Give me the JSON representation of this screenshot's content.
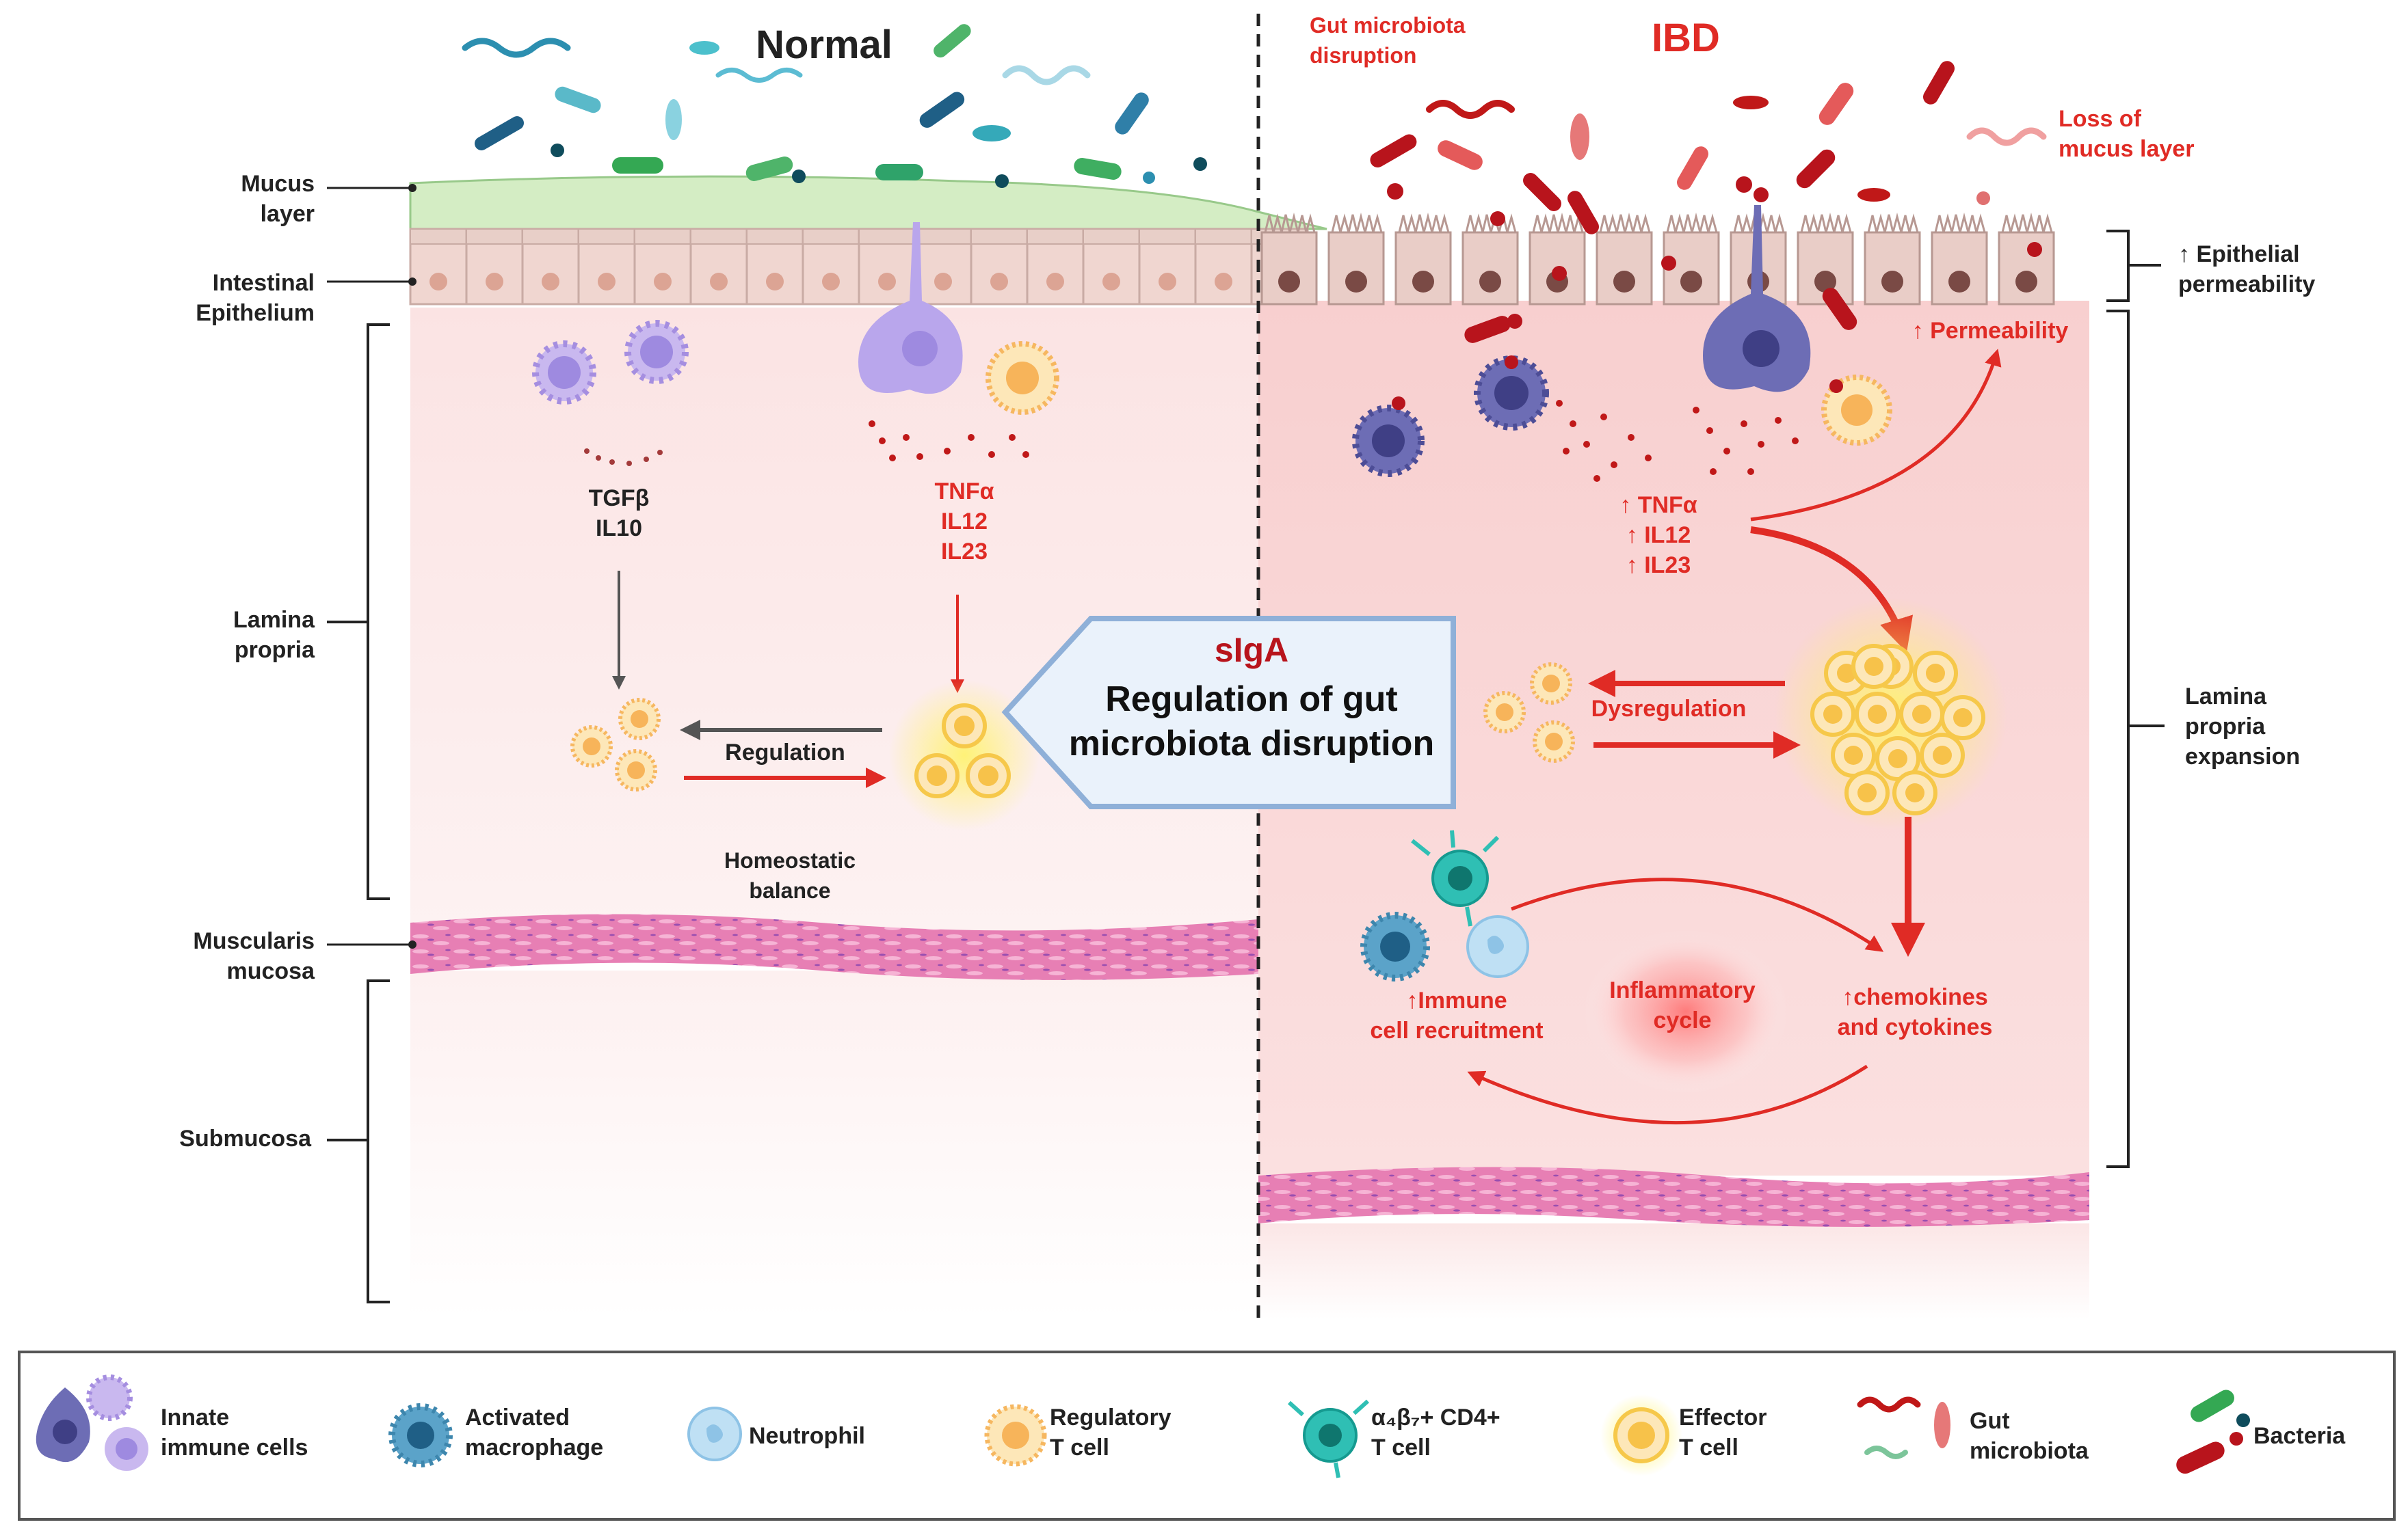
{
  "titles": {
    "normal": "Normal",
    "ibd": "IBD"
  },
  "left_labels": {
    "mucus": [
      "Mucus",
      "layer"
    ],
    "epithelium": [
      "Intestinal",
      "Epithelium"
    ],
    "lamina": [
      "Lamina",
      "propria"
    ],
    "muscularis": [
      "Muscularis",
      "mucosa"
    ],
    "submucosa": "Submucosa"
  },
  "right_labels": {
    "epithelial_perm": [
      "↑ Epithelial",
      "permeability"
    ],
    "lamina_exp": [
      "Lamina",
      "propria",
      "expansion"
    ]
  },
  "normal": {
    "anti_inflam": [
      "TGFβ",
      "IL10"
    ],
    "pro_inflam": [
      "TNFα",
      "IL12",
      "IL23"
    ],
    "regulation": "Regulation",
    "homeostatic": [
      "Homeostatic",
      "balance"
    ]
  },
  "ibd": {
    "gut_disruption": [
      "Gut microbiota",
      "disruption"
    ],
    "loss_mucus": [
      "Loss of",
      "mucus layer"
    ],
    "permeability": "↑ Permeability",
    "cytokines": [
      "↑ TNFα",
      "↑ IL12",
      "↑ IL23"
    ],
    "dysregulation": "Dysregulation",
    "inflam_cycle": [
      "Inflammatory",
      "cycle"
    ],
    "immune_recruit": [
      "↑Immune",
      "cell recruitment"
    ],
    "chemokines": [
      "↑chemokines",
      "and cytokines"
    ]
  },
  "center": {
    "siga": "sIgA",
    "line1": "Regulation of gut",
    "line2": "microbiota disruption"
  },
  "legend": {
    "innate": [
      "Innate",
      "immune cells"
    ],
    "macrophage": [
      "Activated",
      "macrophage"
    ],
    "neutrophil": "Neutrophil",
    "treg": [
      "Regulatory",
      "T cell"
    ],
    "cd4": [
      "α₄β₇+ CD4+",
      "T cell"
    ],
    "effector": [
      "Effector",
      "T cell"
    ],
    "microbiota": [
      "Gut",
      "microbiota"
    ],
    "bacteria": "Bacteria"
  },
  "colors": {
    "red_text": "#e02b25",
    "dark_red": "#b8141c",
    "mucus_green": "#d4edc4",
    "lamina_normal": "#fbe6e6",
    "lamina_ibd": "#f9d2d2",
    "callout_fill": "#eaf2fb",
    "callout_stroke": "#8fb0d8"
  }
}
